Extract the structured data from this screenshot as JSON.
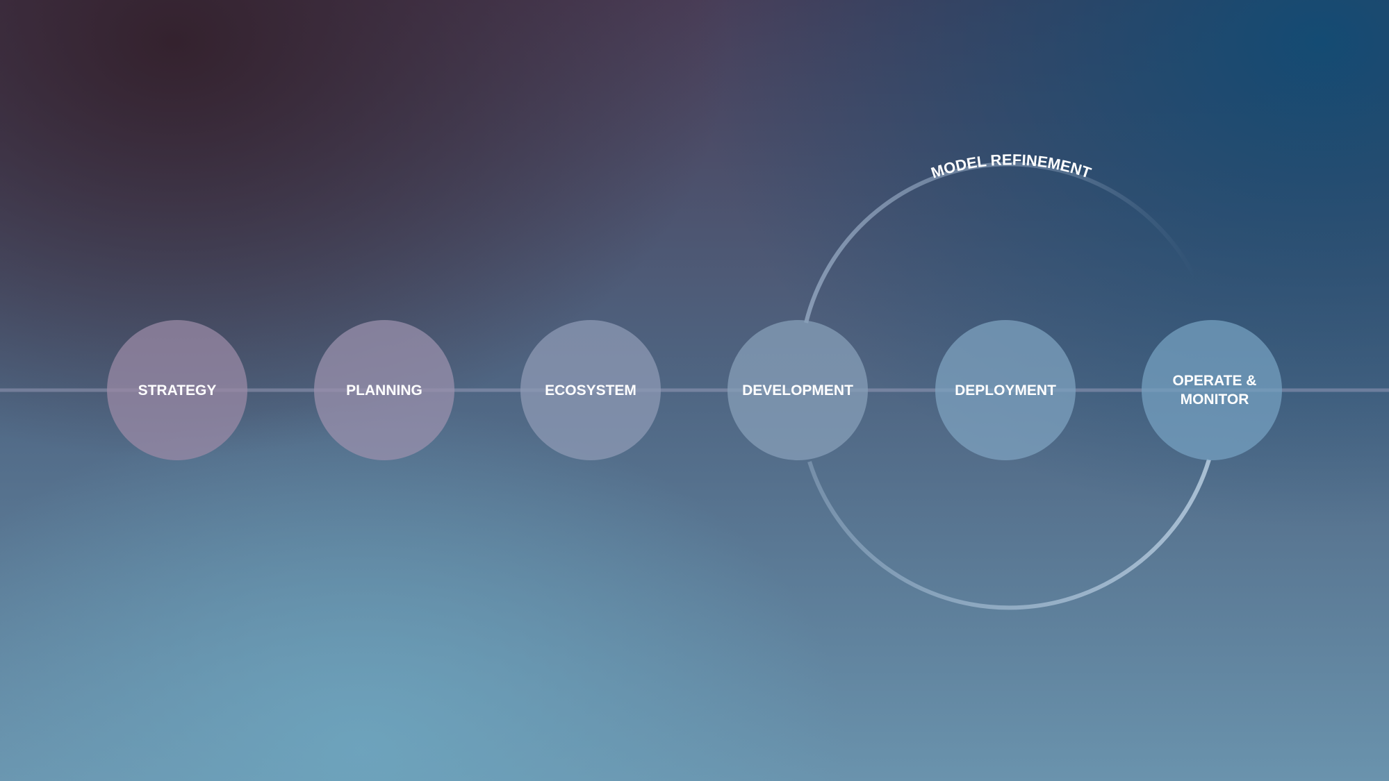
{
  "diagram": {
    "loop_label": "MODEL REFINEMENT",
    "stages": [
      {
        "line1": "STRATEGY",
        "line2": ""
      },
      {
        "line1": "PLANNING",
        "line2": ""
      },
      {
        "line1": "ECOSYSTEM",
        "line2": ""
      },
      {
        "line1": "DEVELOPMENT",
        "line2": ""
      },
      {
        "line1": "DEPLOYMENT",
        "line2": ""
      },
      {
        "line1": "OPERATE &",
        "line2": "MONITOR"
      }
    ]
  }
}
